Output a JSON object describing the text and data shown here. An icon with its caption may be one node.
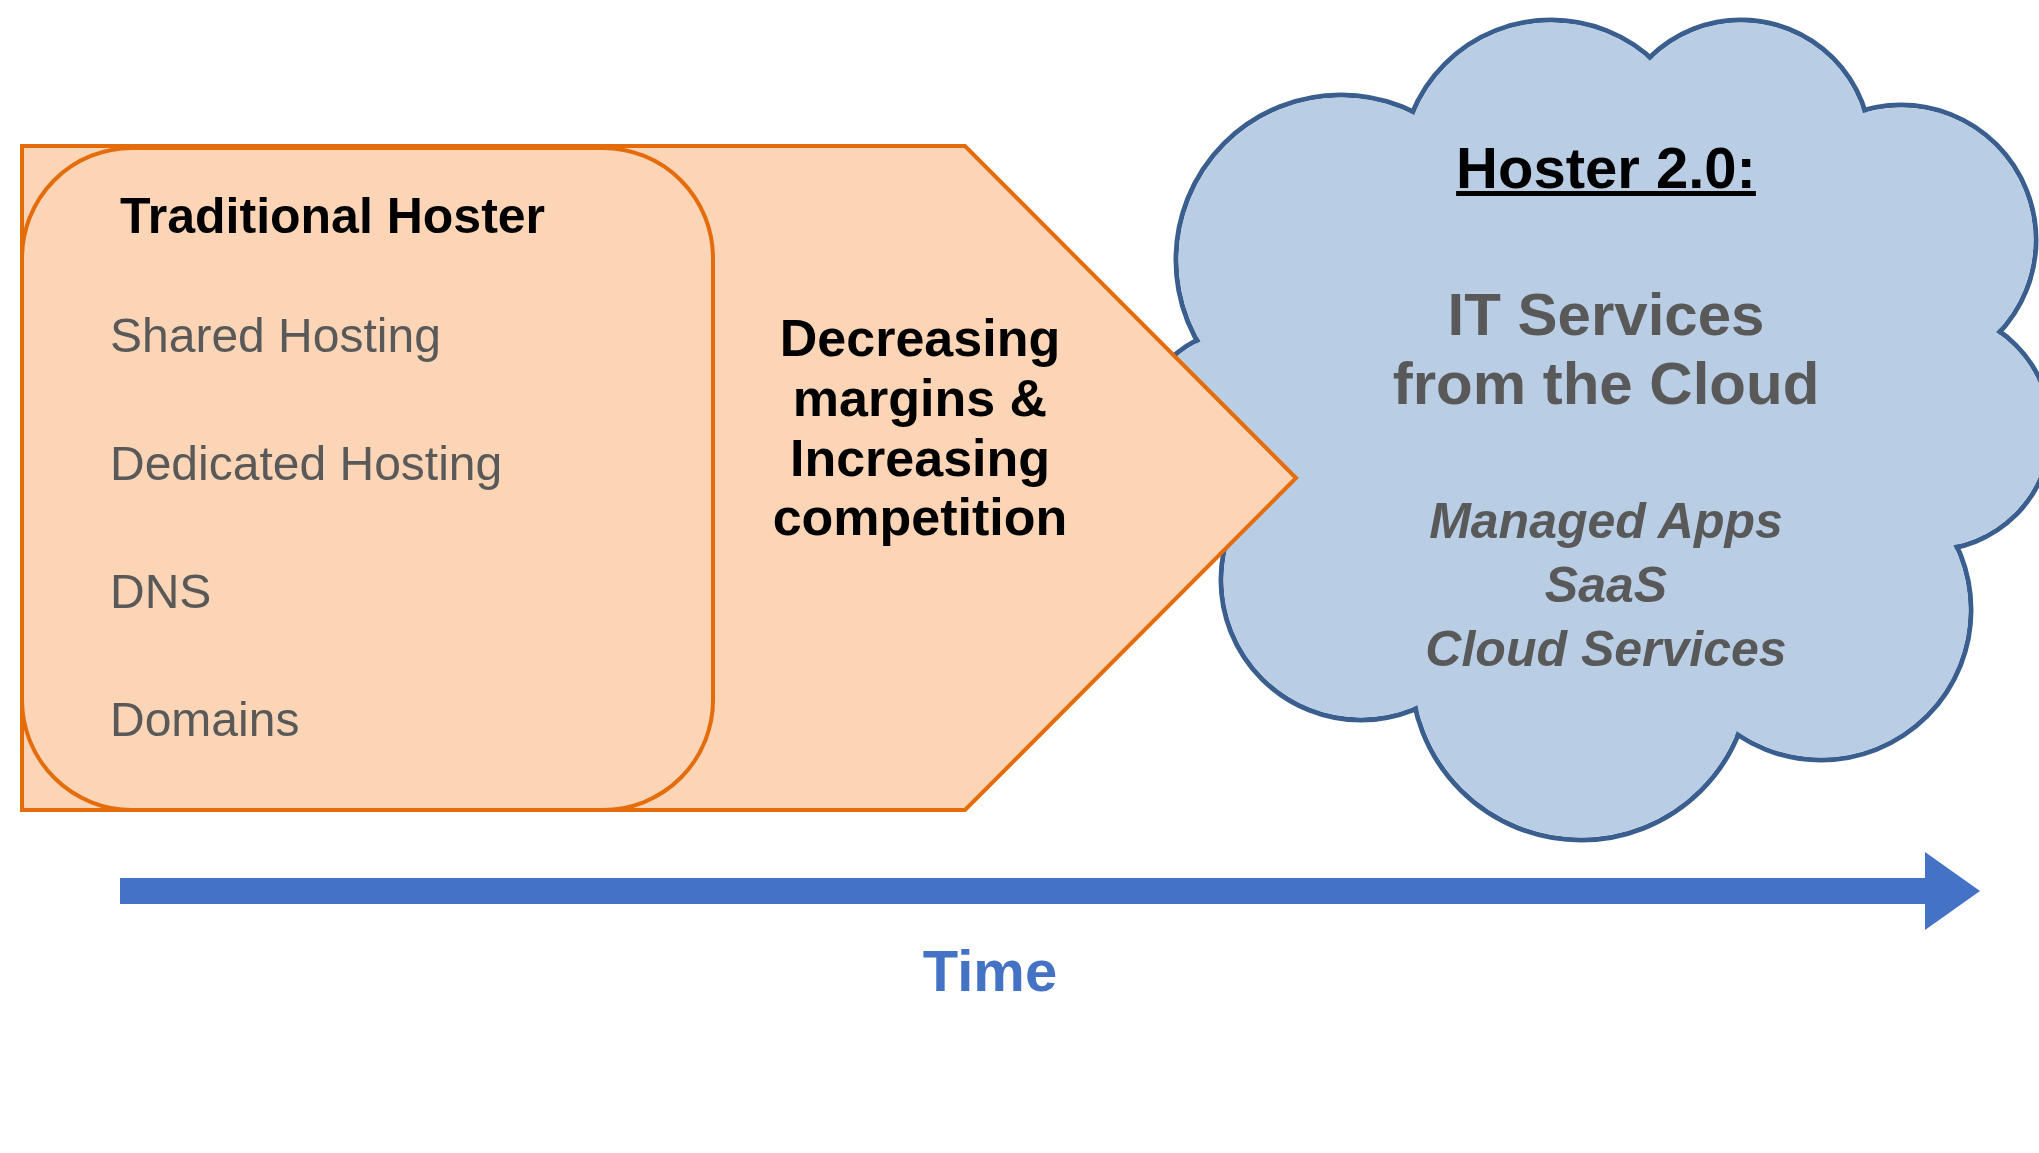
{
  "diagram": {
    "nodes": [
      {
        "text": [
          "Decreasing margins & Increasing competition"
        ]
      },
      {
        "text": [
          "Traditional Hoster",
          "Shared Hosting",
          "Dedicated Hosting",
          "DNS",
          "Domains"
        ],
        "in": 0
      },
      {
        "text": [
          "Hoster 2.0:",
          "IT Services from the Cloud",
          "Managed Apps",
          "SaaS",
          "Cloud Services"
        ]
      }
    ],
    "labels": [
      "Time"
    ]
  }
}
